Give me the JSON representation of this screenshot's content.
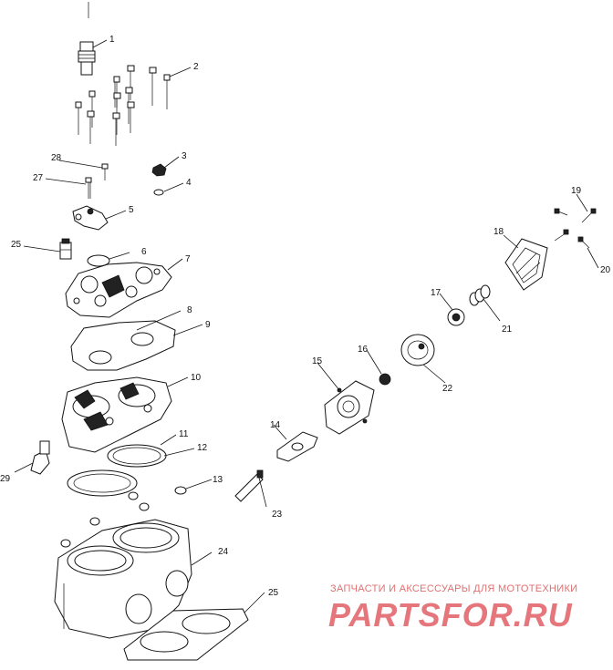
{
  "callouts": [
    {
      "id": "1",
      "label": "1"
    },
    {
      "id": "2",
      "label": "2"
    },
    {
      "id": "3",
      "label": "3"
    },
    {
      "id": "4",
      "label": "4"
    },
    {
      "id": "5",
      "label": "5"
    },
    {
      "id": "6",
      "label": "6"
    },
    {
      "id": "7",
      "label": "7"
    },
    {
      "id": "8",
      "label": "8"
    },
    {
      "id": "9",
      "label": "9"
    },
    {
      "id": "10",
      "label": "10"
    },
    {
      "id": "11",
      "label": "11"
    },
    {
      "id": "12",
      "label": "12"
    },
    {
      "id": "13",
      "label": "13"
    },
    {
      "id": "14",
      "label": "14"
    },
    {
      "id": "15",
      "label": "15"
    },
    {
      "id": "16",
      "label": "16"
    },
    {
      "id": "17",
      "label": "17"
    },
    {
      "id": "18",
      "label": "18"
    },
    {
      "id": "19",
      "label": "19"
    },
    {
      "id": "20",
      "label": "20"
    },
    {
      "id": "21",
      "label": "21"
    },
    {
      "id": "22",
      "label": "22"
    },
    {
      "id": "23",
      "label": "23"
    },
    {
      "id": "24",
      "label": "24"
    },
    {
      "id": "25a",
      "label": "25"
    },
    {
      "id": "25b",
      "label": "25"
    },
    {
      "id": "27",
      "label": "27"
    },
    {
      "id": "28",
      "label": "28"
    },
    {
      "id": "29",
      "label": "29"
    }
  ],
  "watermark": {
    "tagline": "ЗАПЧАСТИ И АКСЕССУАРЫ ДЛЯ МОТОТЕХНИКИ",
    "logo": "PARTSFOR.RU"
  },
  "colors": {
    "ink": "#111111",
    "watermark": "#e4767c"
  }
}
